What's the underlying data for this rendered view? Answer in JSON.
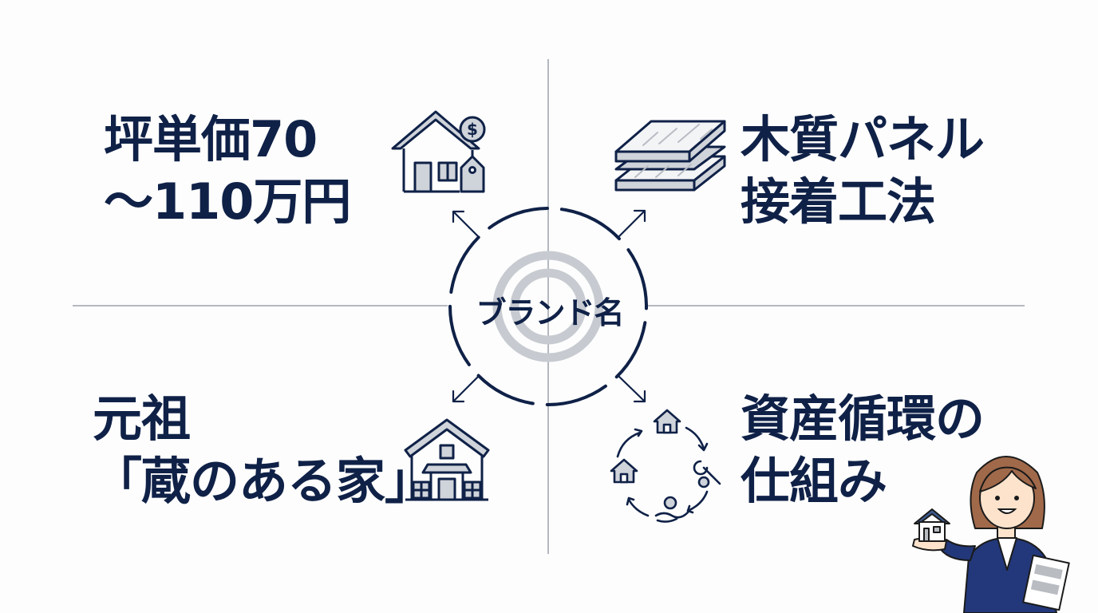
{
  "diagram": {
    "type": "radial-four-quadrant",
    "center": {
      "label": "ブランド名",
      "icon": "target-rings-icon"
    },
    "quadrants": [
      {
        "position": "top-left",
        "lines": [
          "坪単価70",
          "〜110万円"
        ],
        "icon": "house-price-tag-icon"
      },
      {
        "position": "top-right",
        "lines": [
          "木質パネル",
          "接着工法"
        ],
        "icon": "stacked-wood-panels-icon"
      },
      {
        "position": "bottom-left",
        "lines": [
          "元祖",
          "「蔵のある家」"
        ],
        "icon": "storehouse-home-icon"
      },
      {
        "position": "bottom-right",
        "lines": [
          "資産循環の",
          "仕組み"
        ],
        "icon": "asset-cycle-icon"
      }
    ],
    "character": {
      "description": "businesswoman holding house model and document",
      "icon": "businesswoman-illustration"
    }
  },
  "colors": {
    "primary_navy": "#0f2147",
    "icon_fill_gray": "#cfd3da",
    "divider_gray": "#b4b8bf",
    "target_ring_gray": "#c7cbd1",
    "background": "#fdfdfd",
    "suit_navy": "#23387a",
    "hair_brown": "#a0694a",
    "skin": "#fde3cc"
  }
}
